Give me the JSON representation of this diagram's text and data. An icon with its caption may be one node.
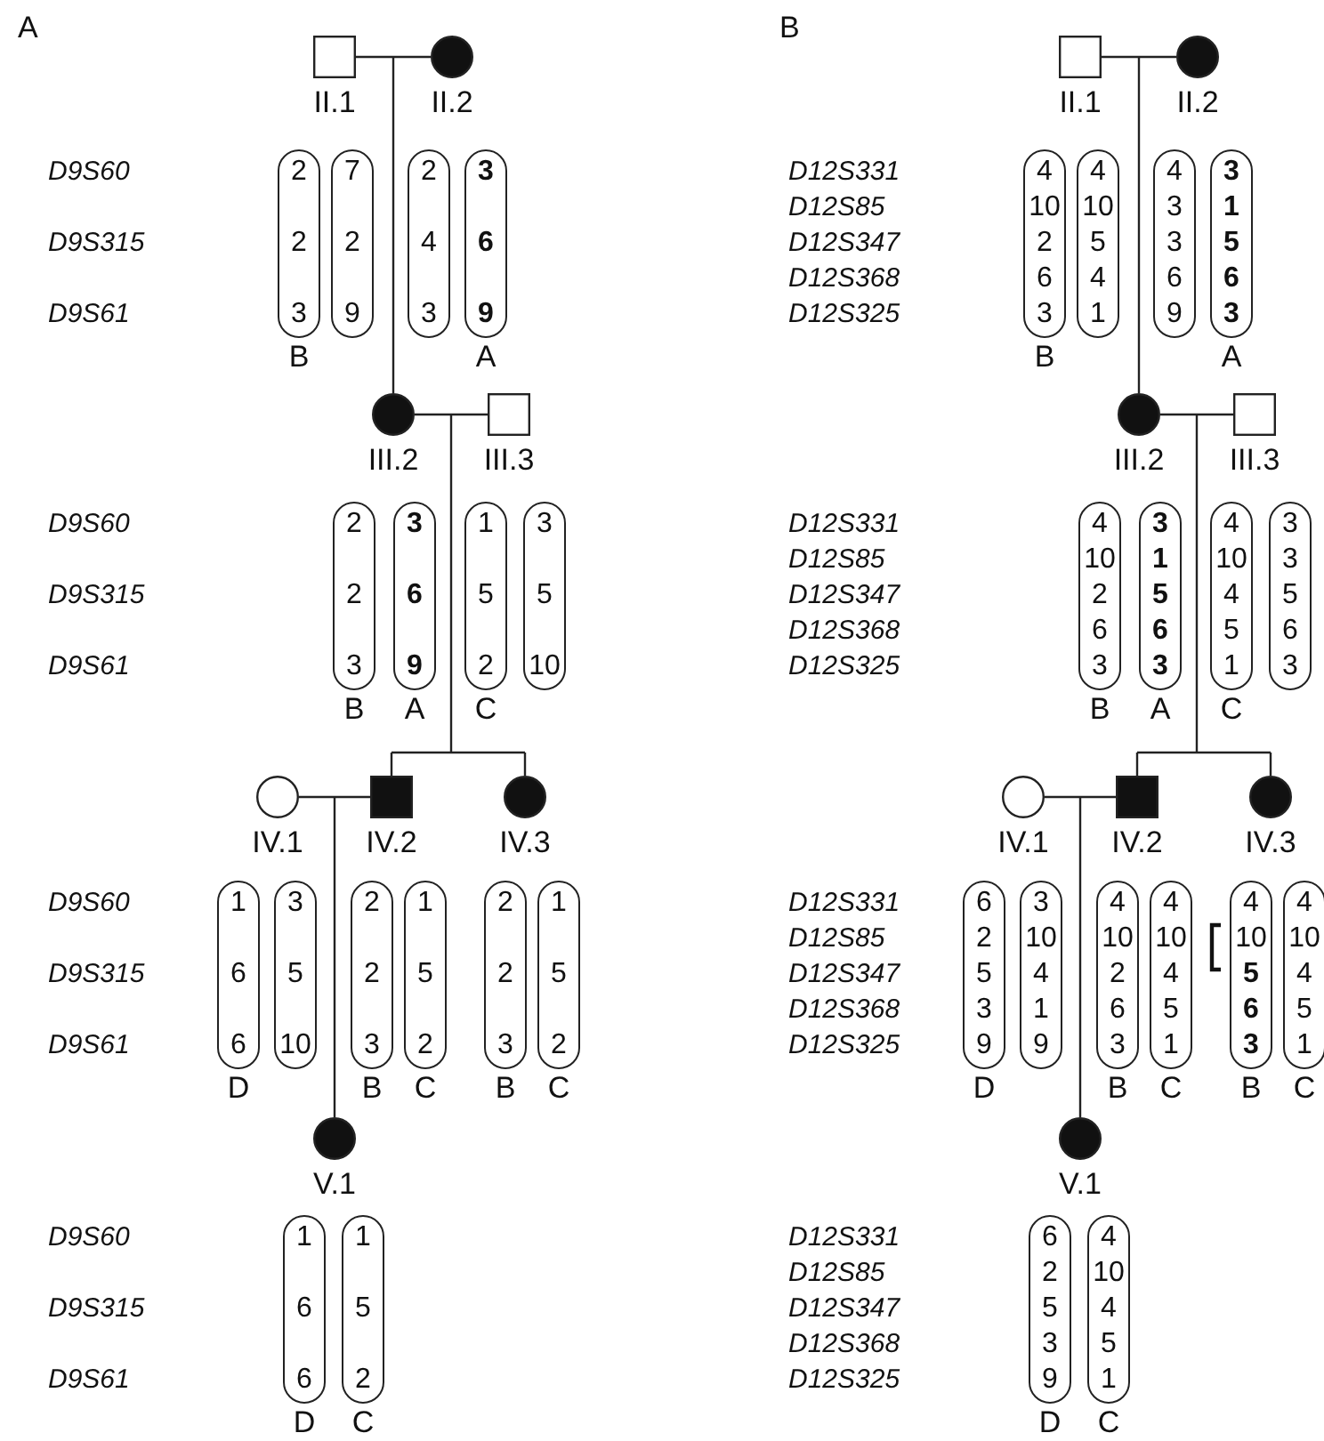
{
  "diagram": {
    "nodes": [
      {
        "text": [],
        "shape": "box",
        "beside": [
          "II.1"
        ]
      },
      {
        "text": [],
        "shape": "circle",
        "beside": [
          "II.2"
        ]
      },
      {
        "text": [
          "2",
          "2",
          "3"
        ],
        "beside": [
          "B"
        ]
      },
      {
        "text": [
          "7",
          "2",
          "9"
        ]
      },
      {
        "text": [
          "2",
          "4",
          "3"
        ]
      },
      {
        "text": [
          "3",
          "6",
          "9"
        ],
        "beside": [
          "A"
        ]
      },
      {
        "text": [],
        "shape": "circle",
        "beside": [
          "III.2"
        ]
      },
      {
        "text": [],
        "shape": "box",
        "beside": [
          "III.3"
        ]
      },
      {
        "text": [
          "2",
          "2",
          "3"
        ],
        "beside": [
          "B"
        ]
      },
      {
        "text": [
          "3",
          "6",
          "9"
        ],
        "beside": [
          "A"
        ]
      },
      {
        "text": [
          "1",
          "5",
          "2"
        ],
        "beside": [
          "C"
        ]
      },
      {
        "text": [
          "3",
          "5",
          "10"
        ]
      },
      {
        "text": [],
        "shape": "circle",
        "beside": [
          "IV.1"
        ]
      },
      {
        "text": [],
        "shape": "box",
        "beside": [
          "IV.2"
        ]
      },
      {
        "text": [],
        "shape": "circle",
        "beside": [
          "IV.3"
        ]
      },
      {
        "text": [
          "1",
          "6",
          "6"
        ],
        "beside": [
          "D"
        ]
      },
      {
        "text": [
          "3",
          "5",
          "10"
        ]
      },
      {
        "text": [
          "2",
          "2",
          "3"
        ],
        "beside": [
          "B"
        ]
      },
      {
        "text": [
          "1",
          "5",
          "2"
        ],
        "beside": [
          "C"
        ]
      },
      {
        "text": [
          "2",
          "2",
          "3"
        ],
        "beside": [
          "B"
        ]
      },
      {
        "text": [
          "1",
          "5",
          "2"
        ],
        "beside": [
          "C"
        ]
      },
      {
        "text": [],
        "shape": "circle",
        "beside": [
          "V.1"
        ]
      },
      {
        "text": [
          "1",
          "6",
          "6"
        ],
        "beside": [
          "D"
        ]
      },
      {
        "text": [
          "1",
          "5",
          "2"
        ],
        "beside": [
          "C"
        ]
      },
      {
        "text": [],
        "shape": "box",
        "beside": [
          "II.1"
        ]
      },
      {
        "text": [],
        "shape": "circle",
        "beside": [
          "II.2"
        ]
      },
      {
        "text": [
          "4",
          "10",
          "2",
          "6",
          "3"
        ],
        "beside": [
          "B"
        ]
      },
      {
        "text": [
          "4",
          "10",
          "5",
          "4",
          "1"
        ]
      },
      {
        "text": [
          "4",
          "3",
          "3",
          "6",
          "9"
        ]
      },
      {
        "text": [
          "3",
          "1",
          "5",
          "6",
          "3"
        ],
        "beside": [
          "A"
        ]
      },
      {
        "text": [],
        "shape": "circle",
        "beside": [
          "III.2"
        ]
      },
      {
        "text": [],
        "shape": "box",
        "beside": [
          "III.3"
        ]
      },
      {
        "text": [
          "4",
          "10",
          "2",
          "6",
          "3"
        ],
        "beside": [
          "B"
        ]
      },
      {
        "text": [
          "3",
          "1",
          "5",
          "6",
          "3"
        ],
        "beside": [
          "A"
        ]
      },
      {
        "text": [
          "4",
          "10",
          "4",
          "5",
          "1"
        ],
        "beside": [
          "C"
        ]
      },
      {
        "text": [
          "3",
          "3",
          "5",
          "6",
          "3"
        ]
      },
      {
        "text": [],
        "shape": "circle",
        "beside": [
          "IV.1"
        ]
      },
      {
        "text": [],
        "shape": "box",
        "beside": [
          "IV.2"
        ]
      },
      {
        "text": [],
        "shape": "circle",
        "beside": [
          "IV.3"
        ]
      },
      {
        "text": [
          "6",
          "2",
          "5",
          "3",
          "9"
        ],
        "beside": [
          "D"
        ]
      },
      {
        "text": [
          "3",
          "10",
          "4",
          "1",
          "9"
        ]
      },
      {
        "text": [
          "4",
          "10",
          "2",
          "6",
          "3"
        ],
        "beside": [
          "B"
        ]
      },
      {
        "text": [
          "4",
          "10",
          "4",
          "5",
          "1"
        ],
        "beside": [
          "C"
        ]
      },
      {
        "text": [
          "4",
          "10",
          "**5**",
          "**6**",
          "**3**"
        ],
        "beside": [
          "B"
        ]
      },
      {
        "text": [
          "4",
          "10",
          "4",
          "5",
          "1"
        ],
        "beside": [
          "C"
        ]
      },
      {
        "text": [],
        "shape": "circle",
        "beside": [
          "V.1"
        ]
      },
      {
        "text": [
          "6",
          "2",
          "5",
          "3",
          "9"
        ],
        "beside": [
          "D"
        ]
      },
      {
        "text": [
          "4",
          "10",
          "4",
          "5",
          "1"
        ],
        "beside": [
          "C"
        ]
      }
    ],
    "edges": [
      {
        "from": 0,
        "to": 1,
        "arrow": "none"
      },
      {
        "from": 0,
        "to": 6,
        "arrow": "none"
      },
      {
        "from": 1,
        "to": 6,
        "arrow": "none"
      },
      {
        "from": 6,
        "to": 7,
        "arrow": "none"
      },
      {
        "from": 6,
        "to": 13,
        "arrow": "none"
      },
      {
        "from": 7,
        "to": 13,
        "arrow": "none"
      },
      {
        "from": 6,
        "to": 14,
        "arrow": "none"
      },
      {
        "from": 7,
        "to": 14,
        "arrow": "none"
      },
      {
        "from": 12,
        "to": 13,
        "arrow": "none"
      },
      {
        "from": 12,
        "to": 21,
        "arrow": "none"
      },
      {
        "from": 13,
        "to": 21,
        "arrow": "none"
      },
      {
        "from": 24,
        "to": 25,
        "arrow": "none"
      },
      {
        "from": 24,
        "to": 30,
        "arrow": "none"
      },
      {
        "from": 25,
        "to": 30,
        "arrow": "none"
      },
      {
        "from": 30,
        "to": 31,
        "arrow": "none"
      },
      {
        "from": 30,
        "to": 37,
        "arrow": "none"
      },
      {
        "from": 31,
        "to": 37,
        "arrow": "none"
      },
      {
        "from": 30,
        "to": 38,
        "arrow": "none"
      },
      {
        "from": 31,
        "to": 38,
        "arrow": "none"
      },
      {
        "from": 36,
        "to": 37,
        "arrow": "none"
      },
      {
        "from": 36,
        "to": 45,
        "arrow": "none"
      },
      {
        "from": 37,
        "to": 45,
        "arrow": "none"
      }
    ],
    "labels": [
      "A",
      "D9S60",
      "D9S315",
      "D9S61",
      "D9S60",
      "D9S315",
      "D9S61",
      "D9S60",
      "D9S315",
      "D9S61",
      "D9S60",
      "D9S315",
      "D9S61",
      "B",
      "D12S331",
      "D12S85",
      "D12S347",
      "D12S368",
      "D12S325",
      "D12S331",
      "D12S85",
      "D12S347",
      "D12S368",
      "D12S325",
      "D12S331",
      "D12S85",
      "D12S347",
      "D12S368",
      "D12S325",
      "D12S331",
      "D12S85",
      "D12S347",
      "D12S368",
      "D12S325"
    ]
  }
}
